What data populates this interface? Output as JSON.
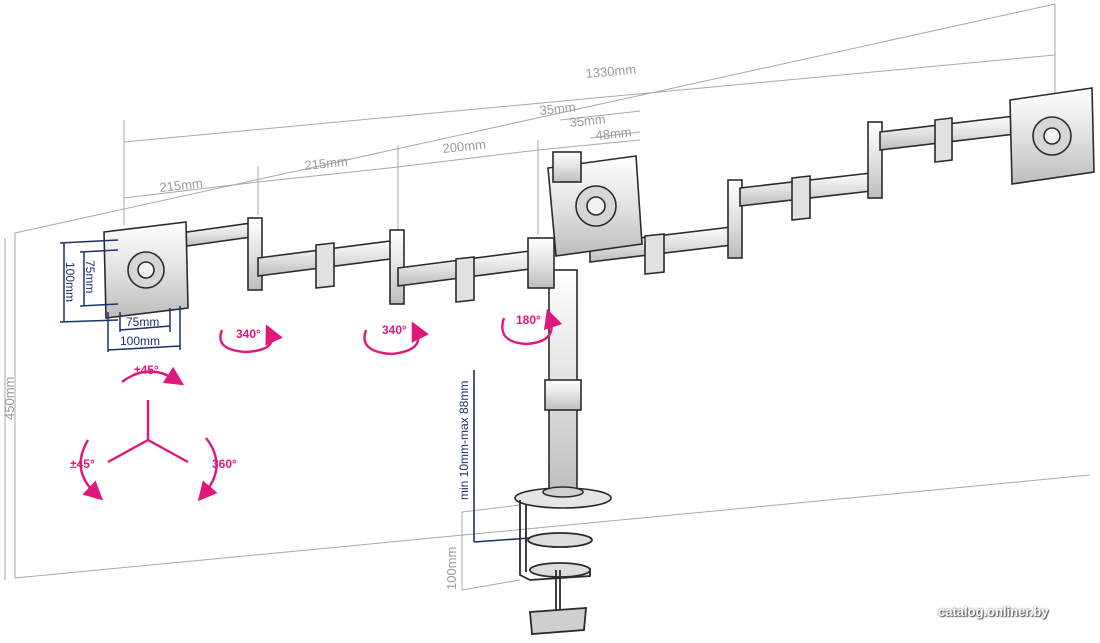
{
  "dimensions": {
    "total_width": "1330mm",
    "arm_segment_1": "215mm",
    "arm_segment_2": "215mm",
    "arm_segment_3": "200mm",
    "pole_offset_a": "35mm",
    "pole_offset_b": "35mm",
    "pole_offset_c": "48mm",
    "height": "450mm",
    "clamp_height": "100mm",
    "clamp_range": "min 10mm-max 88mm"
  },
  "vesa": {
    "inner_height": "75mm",
    "outer_height": "100mm",
    "inner_width": "75mm",
    "outer_width": "100mm"
  },
  "rotations": {
    "joint_1": "340°",
    "joint_2": "340°",
    "joint_3": "180°",
    "tilt": "±45°",
    "swivel": "±45°",
    "rotate": "360°"
  },
  "colors": {
    "accent_pink": "#e0187a",
    "dimension_blue": "#1f2f6e",
    "dimension_grey": "#9a9a9a",
    "line_dark": "#2b2b2b"
  },
  "watermark": "catalog.onliner.by"
}
